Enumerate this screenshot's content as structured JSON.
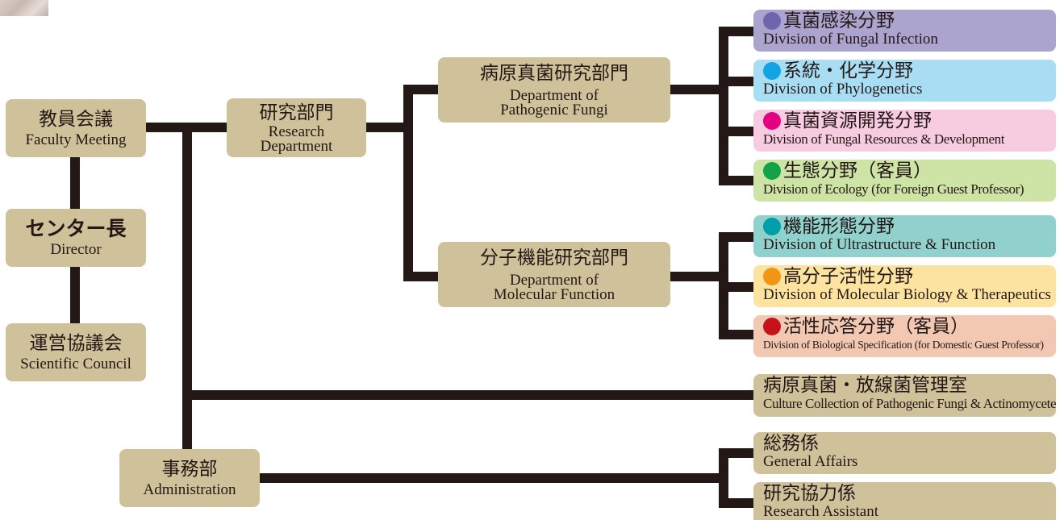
{
  "nodes": {
    "faculty_meeting": {
      "jp": "教員会議",
      "en": "Faculty Meeting"
    },
    "director": {
      "jp": "センター長",
      "en": "Director"
    },
    "scientific_council": {
      "jp": "運営協議会",
      "en": "Scientific Council"
    },
    "research_department": {
      "jp": "研究部門",
      "en": "Research\nDepartment"
    },
    "pathogenic_fungi_dept": {
      "jp": "病原真菌研究部門",
      "en": "Department of\nPathogenic Fungi"
    },
    "molecular_function_dept": {
      "jp": "分子機能研究部門",
      "en": "Department of\nMolecular Function"
    },
    "administration": {
      "jp": "事務部",
      "en": "Administration"
    }
  },
  "divisions": [
    {
      "jp": "真菌感染分野",
      "en": "Division of Fungal Infection",
      "dot_color": "#6f65ad",
      "bg": "#aba4cf"
    },
    {
      "jp": "系統・化学分野",
      "en": "Division of Phylogenetics",
      "dot_color": "#14a3e3",
      "bg": "#a9ddf4"
    },
    {
      "jp": "真菌資源開発分野",
      "en": "Division of Fungal Resources & Development",
      "dot_color": "#e4007f",
      "bg": "#f7cbe0"
    },
    {
      "jp": "生態分野（客員）",
      "en": "Division of Ecology (for Foreign Guest Professor)",
      "dot_color": "#12a24a",
      "bg": "#cde4a6"
    },
    {
      "jp": "機能形態分野",
      "en": "Division of Ultrastructure & Function",
      "dot_color": "#009ea8",
      "bg": "#90d1cd"
    },
    {
      "jp": "高分子活性分野",
      "en": "Division of Molecular Biology & Therapeutics",
      "dot_color": "#f39517",
      "bg": "#fde3a0"
    },
    {
      "jp": "活性応答分野（客員）",
      "en": "Division of Biological Specification (for Domestic Guest Professor)",
      "dot_color": "#c6131b",
      "bg": "#f2c8b3"
    }
  ],
  "culture_collection": {
    "jp": "病原真菌・放線菌管理室",
    "en": "Culture Collection of Pathogenic Fungi & Actinomycetes"
  },
  "admin_units": [
    {
      "jp": "総務係",
      "en": "General Affairs"
    },
    {
      "jp": "研究協力係",
      "en": "Research Assistant"
    }
  ],
  "colors": {
    "node_bg": "#cfc19a",
    "line": "#231815",
    "text": "#231815"
  }
}
